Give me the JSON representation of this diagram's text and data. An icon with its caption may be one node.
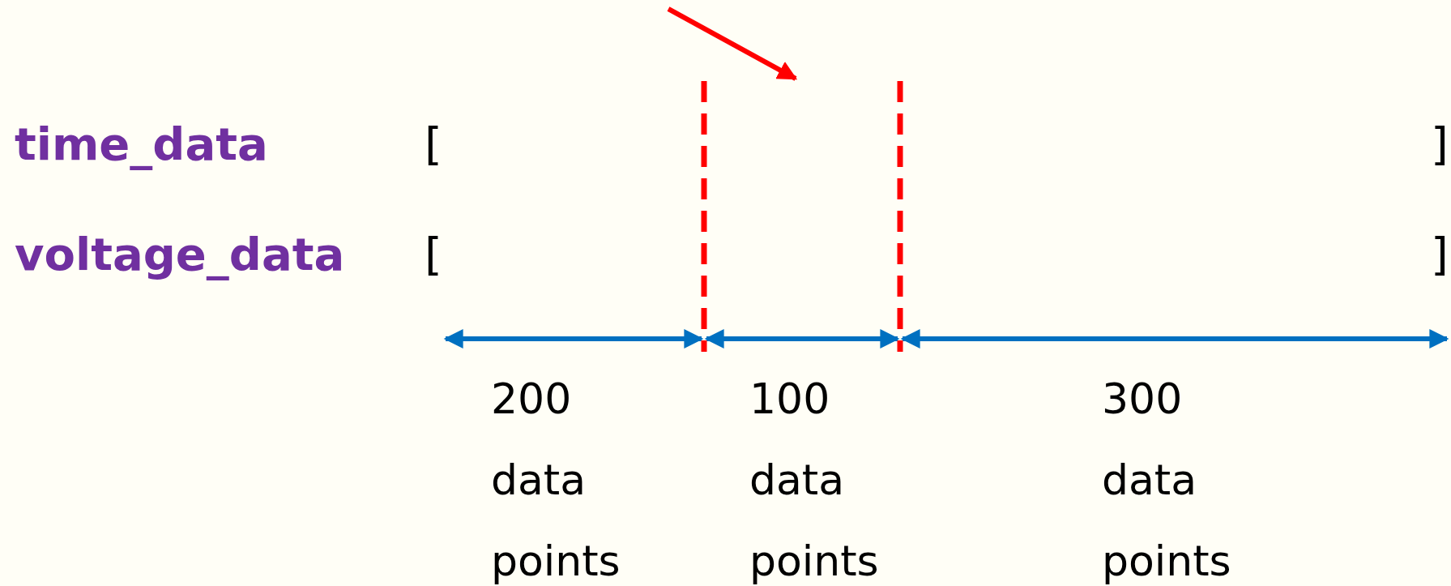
{
  "diagram": {
    "labels": [
      "time_data",
      "[",
      "]",
      "voltage_data",
      "[",
      "]",
      "200 data points",
      "100 data points",
      "300 data points"
    ]
  }
}
